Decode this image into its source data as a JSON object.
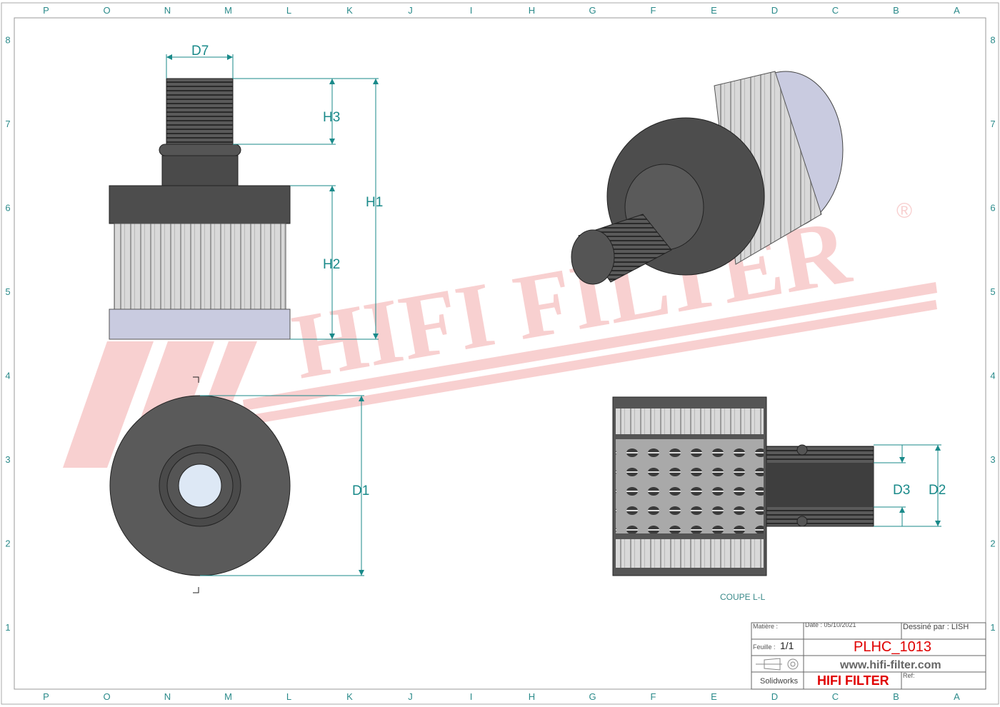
{
  "grid": {
    "columns": [
      "P",
      "O",
      "N",
      "M",
      "L",
      "K",
      "J",
      "I",
      "H",
      "G",
      "F",
      "E",
      "D",
      "C",
      "B",
      "A"
    ],
    "rows": [
      "8",
      "7",
      "6",
      "5",
      "4",
      "3",
      "2",
      "1"
    ]
  },
  "watermark": {
    "text": "HIFI FILTER",
    "registered": "®"
  },
  "dimensions": {
    "d7": "D7",
    "h3": "H3",
    "h1": "H1",
    "h2": "H2",
    "d1": "D1",
    "d3": "D3",
    "d2": "D2"
  },
  "section": {
    "caption": "COUPE L-L"
  },
  "title_block": {
    "material_label": "Matière :",
    "date_label": "Date : 05/10/2021",
    "drawn_by": "Dessiné par : LISH",
    "sheet_label": "Feuille :",
    "sheet_value": "1/1",
    "part_number": "PLHC_1013",
    "website": "www.hifi-filter.com",
    "software": "Solidworks",
    "brand": "HIFI FILTER",
    "ref_label": "Ref:"
  },
  "colors": {
    "teal": "#1a8a8a",
    "brand_red": "#e00000",
    "watermark": "#f7c8c8"
  }
}
